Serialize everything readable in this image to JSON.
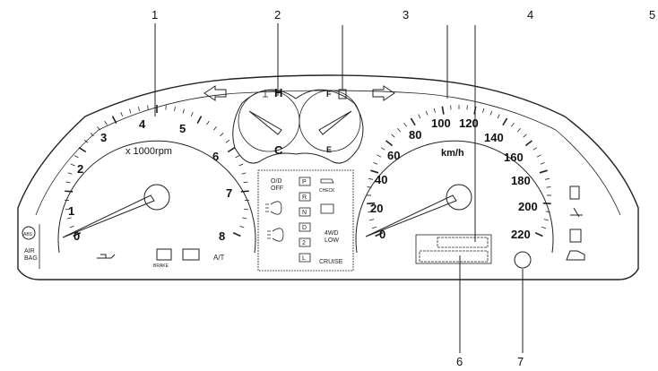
{
  "callouts": {
    "c1": "1",
    "c2": "2",
    "c3": "3",
    "c4": "4",
    "c5": "5",
    "c6": "6",
    "c7": "7"
  },
  "tachometer": {
    "unit": "x 1000rpm",
    "ticks": [
      "0",
      "1",
      "2",
      "3",
      "4",
      "5",
      "6",
      "7",
      "8"
    ]
  },
  "temp_gauge": {
    "high": "H",
    "cold": "C"
  },
  "fuel_gauge": {
    "full": "F",
    "empty": "E"
  },
  "speedometer": {
    "unit": "km/h",
    "ticks": [
      "0",
      "20",
      "40",
      "60",
      "80",
      "100",
      "120",
      "140",
      "160",
      "180",
      "200",
      "220"
    ]
  },
  "indicators": {
    "od_off": "O/D\nOFF",
    "check": "CHECK",
    "fourwd_low": "4WD\nLOW",
    "cruise": "CRUISE",
    "gears": [
      "P",
      "R",
      "N",
      "D",
      "2",
      "L"
    ],
    "at": "A/T",
    "brake": "BRAKE",
    "airbag": "AIR\nBAG",
    "abs": "ABS"
  }
}
